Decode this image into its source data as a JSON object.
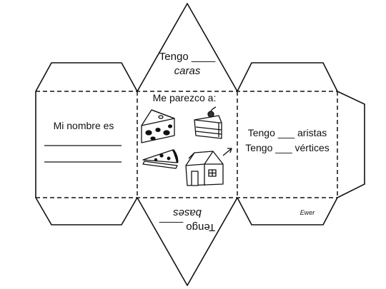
{
  "top_triangle": {
    "line1": "Tengo ____",
    "line2": "caras"
  },
  "left_face": {
    "label": "Mi nombre es"
  },
  "center_face": {
    "title": "Me parezco a:",
    "items": [
      {
        "name": "cheese-wedge-icon"
      },
      {
        "name": "cake-slice-icon"
      },
      {
        "name": "pizza-slice-icon"
      },
      {
        "name": "house-icon"
      }
    ]
  },
  "right_face": {
    "line1": "Tengo ___ aristas",
    "line2": "Tengo ___ vértices"
  },
  "bottom_triangle": {
    "line1": "Tengo ____",
    "line2": "bases"
  },
  "signature": "Ewer"
}
